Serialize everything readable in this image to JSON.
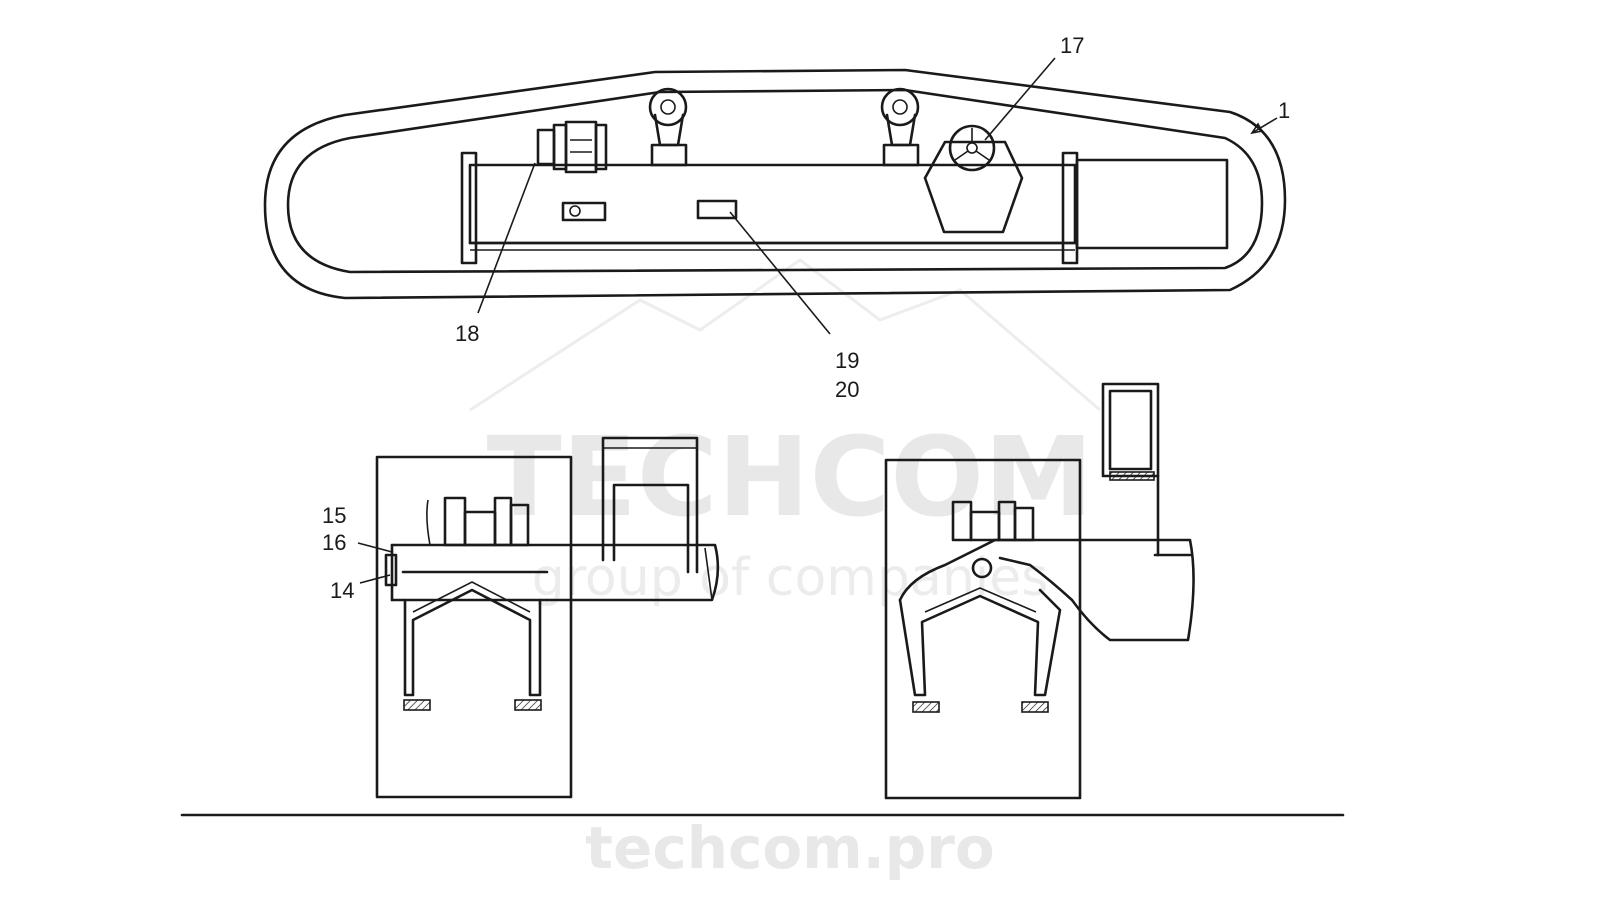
{
  "labels": {
    "l1": "1",
    "l14": "14",
    "l15": "15",
    "l16": "16",
    "l17": "17",
    "l18": "18",
    "l19": "19",
    "l20": "20"
  },
  "watermark": {
    "brand": "TECHCOM",
    "tagline": "group of companies",
    "site": "techcom.pro"
  }
}
